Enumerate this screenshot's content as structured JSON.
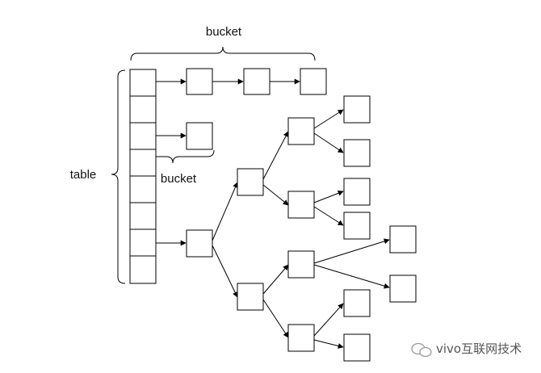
{
  "labels": {
    "top_bucket": "bucket",
    "inner_bucket": "bucket",
    "table": "table"
  },
  "watermark": {
    "text": "vivo互联网技术"
  },
  "colors": {
    "stroke": "#000000",
    "fill": "#ffffff",
    "text": "#111111"
  },
  "structure": {
    "table_slots": 8,
    "chain_slot_1": {
      "bucket_nodes": 3
    },
    "chain_slot_3": {
      "bucket_nodes": 1
    },
    "tree_slot_7": {
      "tree_levels": 4,
      "leaf_nodes": 8
    }
  }
}
